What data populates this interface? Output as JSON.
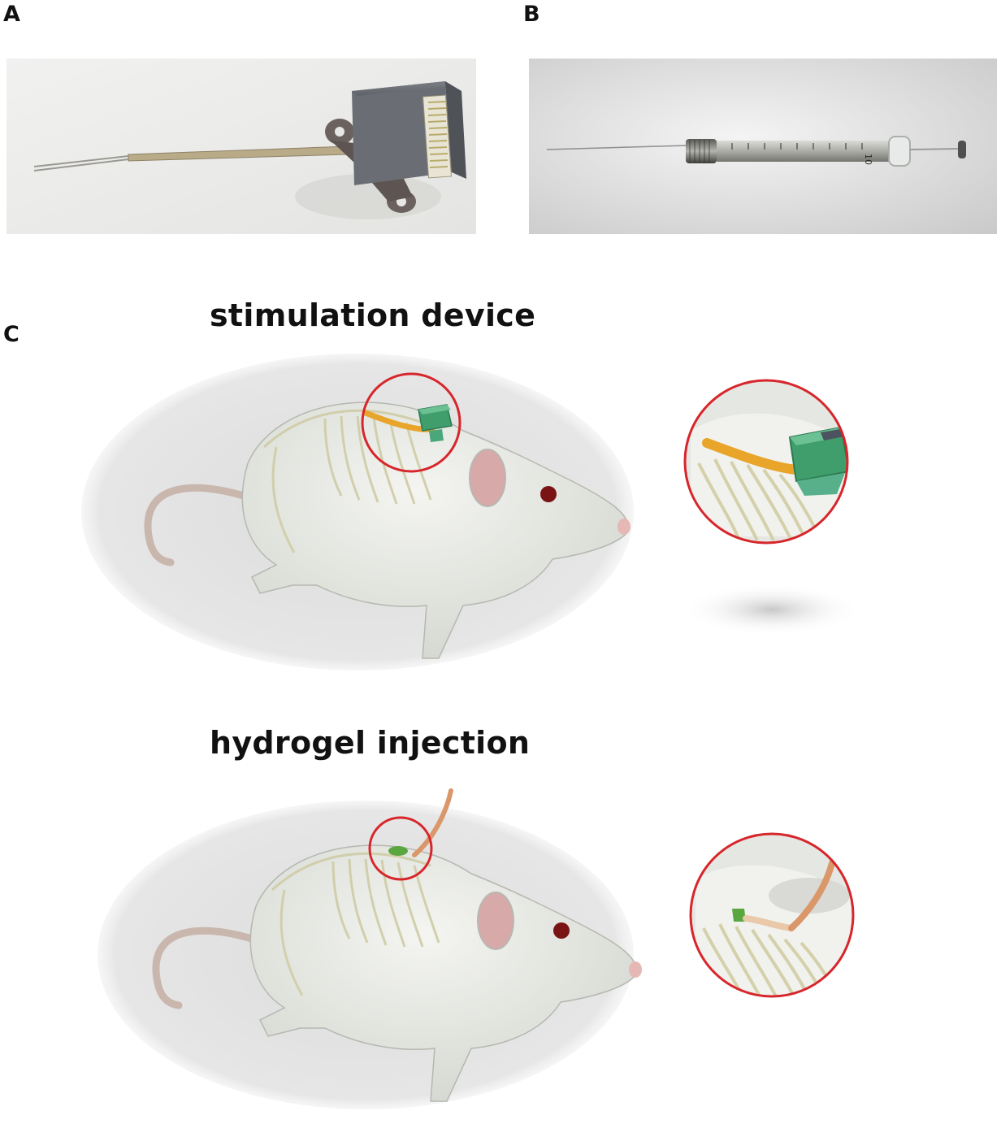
{
  "panels": {
    "a": {
      "letter": "A"
    },
    "b": {
      "letter": "B"
    },
    "c": {
      "letter": "C"
    }
  },
  "sections": {
    "stimulation": {
      "title": "stimulation device"
    },
    "hydrogel": {
      "title": "hydrogel injection"
    }
  },
  "syringe": {
    "scale_label": "10"
  },
  "colors": {
    "highlight_circle": "#d7262b",
    "electrode": "#e8a52a",
    "device_body": "#3f9e6c",
    "hydrogel": "#5aa640",
    "needle": "#d9976a",
    "rat_body": "#eaebe6",
    "skeleton": "#d9d6b3"
  }
}
